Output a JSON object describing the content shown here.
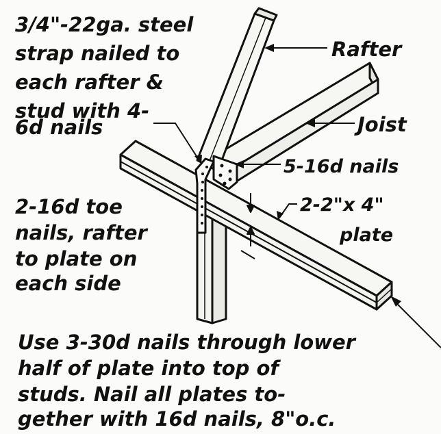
{
  "labels": {
    "strap": [
      "3/4\"-22ga. steel",
      "strap nailed to",
      "each rafter &",
      "stud with 4-",
      "6d nails"
    ],
    "rafter": "Rafter",
    "joist": "Joist",
    "nails_5_16d": "5-16d nails",
    "plate": [
      "2-2\"x 4\"",
      "plate"
    ],
    "toe_nails": [
      "2-16d toe",
      "nails, rafter",
      "to plate on",
      "each side"
    ],
    "bottom_note": [
      "Use 3-30d nails through lower",
      "half of plate into top of",
      "studs. Nail all plates to-",
      "gether with 16d nails, 8\"o.c."
    ]
  },
  "colors": {
    "ink": "#111111",
    "paper": "#fbfbfa",
    "wood": "#f3f3f0"
  }
}
